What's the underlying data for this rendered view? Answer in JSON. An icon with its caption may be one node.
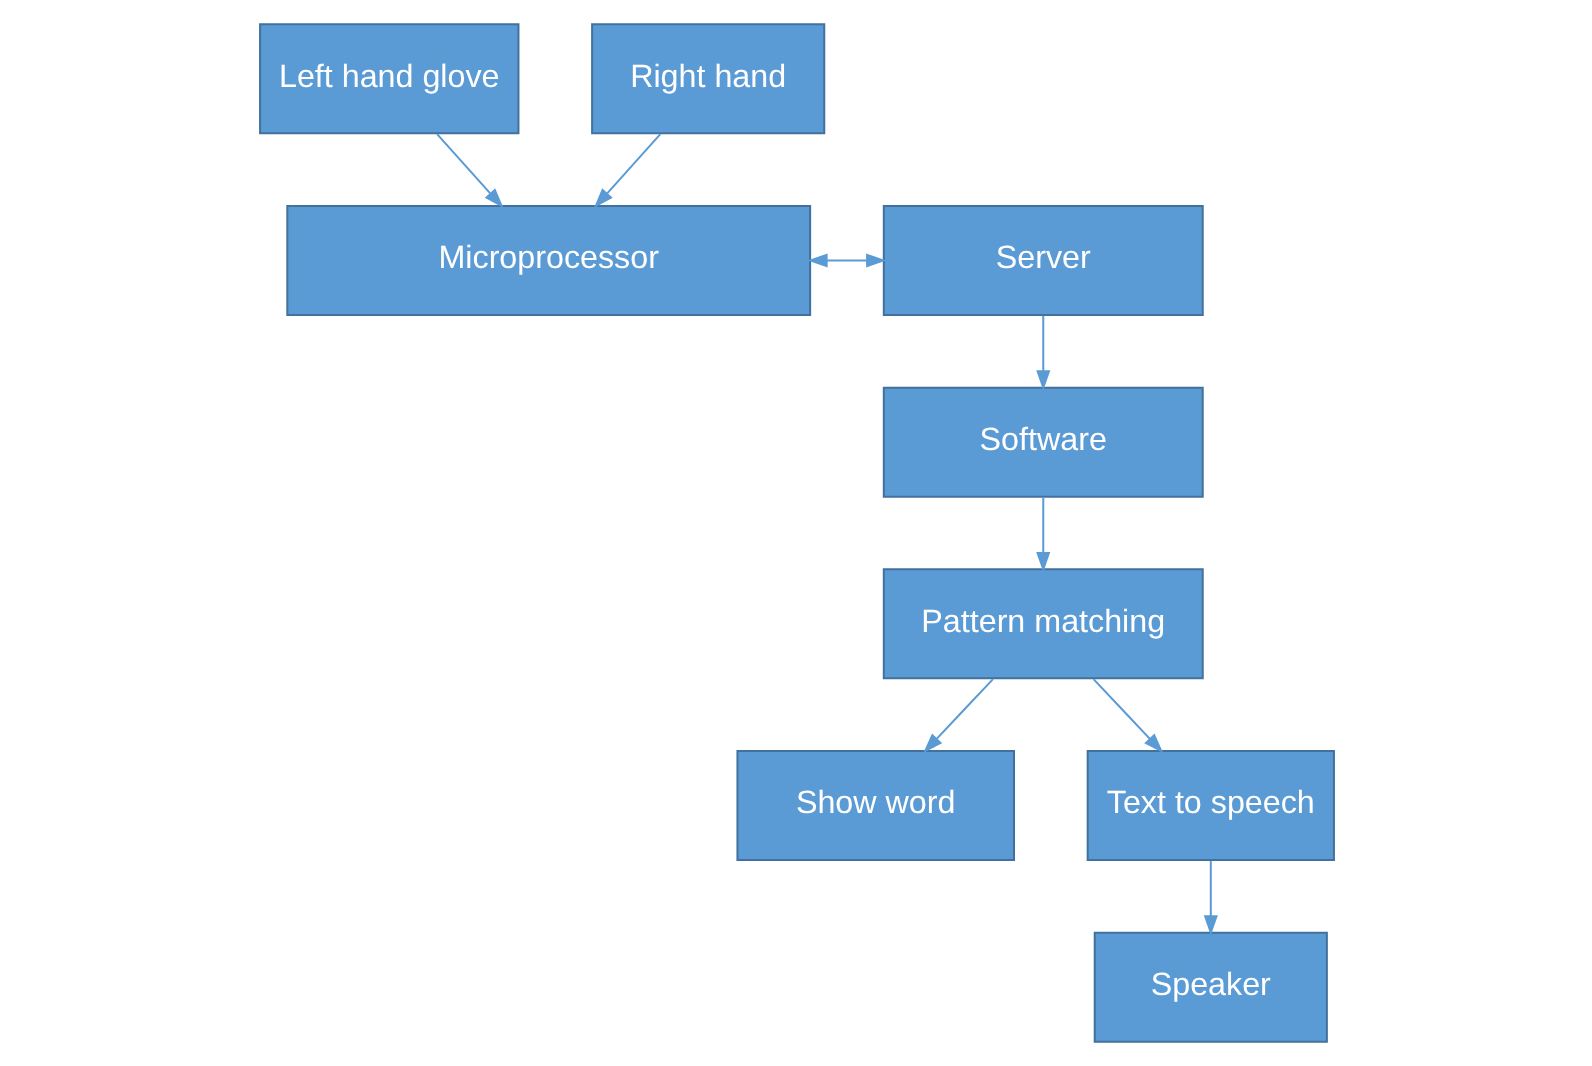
{
  "diagram": {
    "nodes": [
      {
        "text": [
          "Left hand glove"
        ]
      },
      {
        "text": [
          "Right hand"
        ]
      },
      {
        "text": [
          "Microprocessor"
        ]
      },
      {
        "text": [
          "Server"
        ]
      },
      {
        "text": [
          "Software"
        ]
      },
      {
        "text": [
          "Pattern matching"
        ]
      },
      {
        "text": [
          "Show word"
        ]
      },
      {
        "text": [
          "Text to speech"
        ]
      },
      {
        "text": [
          "Speaker"
        ]
      }
    ],
    "edges": [
      {
        "from": 0,
        "to": 2,
        "arrow": "to"
      },
      {
        "from": 1,
        "to": 2,
        "arrow": "to"
      },
      {
        "from": 2,
        "to": 3,
        "arrow": "both"
      },
      {
        "from": 3,
        "to": 4,
        "arrow": "to"
      },
      {
        "from": 4,
        "to": 5,
        "arrow": "to"
      },
      {
        "from": 5,
        "to": 6,
        "arrow": "to"
      },
      {
        "from": 5,
        "to": 7,
        "arrow": "to"
      },
      {
        "from": 7,
        "to": 8,
        "arrow": "to"
      }
    ]
  }
}
